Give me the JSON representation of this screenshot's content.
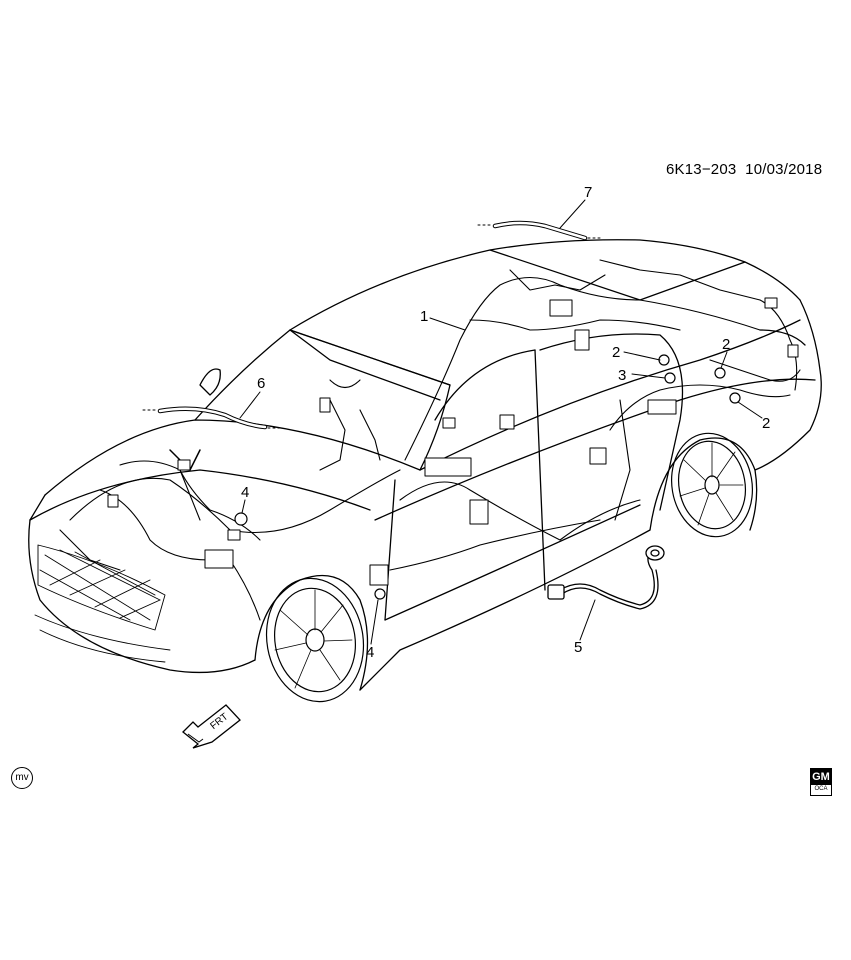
{
  "diagram": {
    "code": "6K13−203",
    "date": "10/03/2018",
    "front_arrow_label": "FRT",
    "mv_mark": "mv",
    "gm_logo": {
      "top": "GM",
      "bottom": "OCA"
    },
    "callouts": [
      {
        "id": "c1",
        "label": "1"
      },
      {
        "id": "c2a",
        "label": "2"
      },
      {
        "id": "c2b",
        "label": "2"
      },
      {
        "id": "c2c",
        "label": "2"
      },
      {
        "id": "c3",
        "label": "3"
      },
      {
        "id": "c4a",
        "label": "4"
      },
      {
        "id": "c4b",
        "label": "4"
      },
      {
        "id": "c5",
        "label": "5"
      },
      {
        "id": "c6",
        "label": "6"
      },
      {
        "id": "c7",
        "label": "7"
      }
    ]
  }
}
